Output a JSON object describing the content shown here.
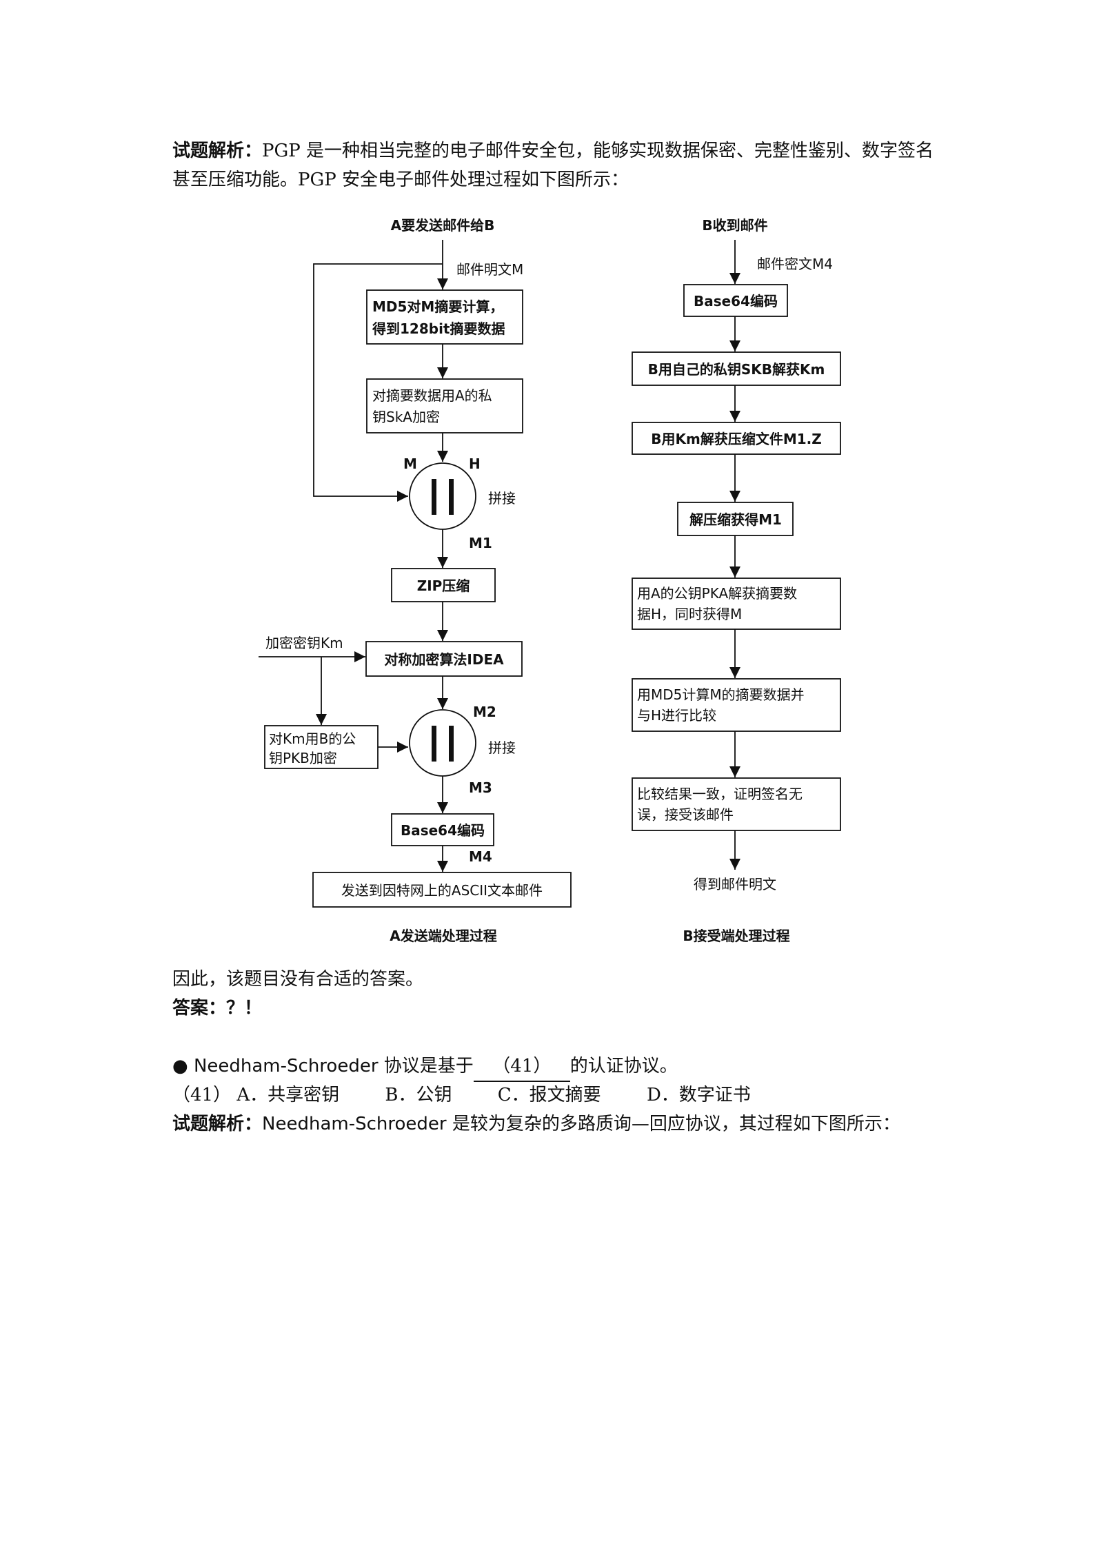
{
  "intro": {
    "label": "试题解析：",
    "text": "PGP 是一种相当完整的电子邮件安全包，能够实现数据保密、完整性鉴别、数字签名甚至压缩功能。PGP 安全电子邮件处理过程如下图所示："
  },
  "diagram": {
    "left": {
      "start": "A要发送邮件给B",
      "plain": "邮件明文M",
      "md5_l1": "MD5对M摘要计算，",
      "md5_l2": "得到128bit摘要数据",
      "sign_l1": "对摘要数据用A的私",
      "sign_l2": "钥SkA加密",
      "concat1_m": "M",
      "concat1_h": "H",
      "concat1_label": "拼接",
      "m1": "M1",
      "zip": "ZIP压缩",
      "key_in": "加密密钥Km",
      "idea": "对称加密算法IDEA",
      "enc_key_l1": "对Km用B的公",
      "enc_key_l2": "钥PKB加密",
      "m2": "M2",
      "concat2_label": "拼接",
      "m3": "M3",
      "b64": "Base64编码",
      "m4": "M4",
      "send": "发送到因特网上的ASCII文本邮件",
      "caption": "A发送端处理过程"
    },
    "right": {
      "start": "B收到邮件",
      "cipher": "邮件密文M4",
      "b64": "Base64编码",
      "get_km": "B用自己的私钥SKB解获Km",
      "decrypt": "B用Km解获压缩文件M1.Z",
      "unzip": "解压缩获得M1",
      "verify_l1": "用A的公钥PKA解获摘要数",
      "verify_l2": "据H，同时获得M",
      "md5_l1": "用MD5计算M的摘要数据并",
      "md5_l2": "与H进行比较",
      "result_l1": "比较结果一致，证明签名无",
      "result_l2": "误，接受该邮件",
      "end": "得到邮件明文",
      "caption": "B接受端处理过程"
    }
  },
  "conclusion": "因此，该题目没有合适的答案。",
  "answer_label": "答案：？！",
  "question": {
    "bullet": "●",
    "pre": "Needham-Schroeder 协议是基于",
    "blank": "（41）",
    "post": "的认证协议。",
    "number": "（41）",
    "options": [
      "A．共享密钥",
      "B．公钥",
      "C．报文摘要",
      "D．数字证书"
    ]
  },
  "analysis": {
    "label": "试题解析：",
    "text": "Needham-Schroeder 是较为复杂的多路质询—回应协议，其过程如下图所示："
  }
}
